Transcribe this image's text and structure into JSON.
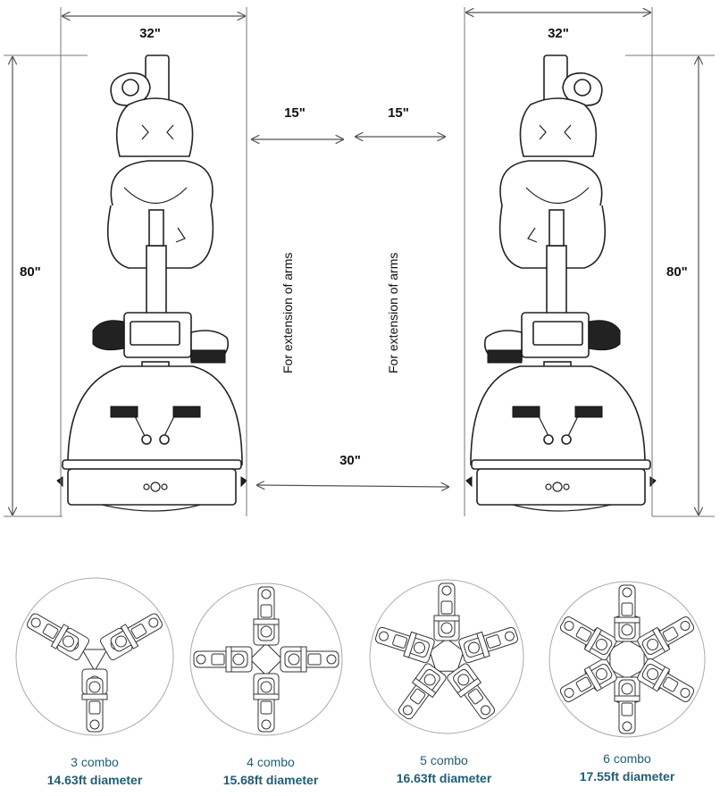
{
  "dimensions": {
    "left_width": "32\"",
    "right_width": "32\"",
    "left_height": "80\"",
    "right_height": "80\"",
    "left_clearance": "15\"",
    "right_clearance": "15\"",
    "gap_between": "30\""
  },
  "notes": {
    "left_arm_extension": "For extension  of arms",
    "right_arm_extension": "For extension  of arms"
  },
  "combos": [
    {
      "label": "3 combo",
      "diameter": "14.63ft diameter",
      "units": 3
    },
    {
      "label": "4 combo",
      "diameter": "15.68ft diameter",
      "units": 4
    },
    {
      "label": "5 combo",
      "diameter": "16.63ft diameter",
      "units": 5
    },
    {
      "label": "6 combo",
      "diameter": "17.55ft diameter",
      "units": 6
    }
  ],
  "colors": {
    "caption": "#1f5d75",
    "line": "#222222"
  }
}
